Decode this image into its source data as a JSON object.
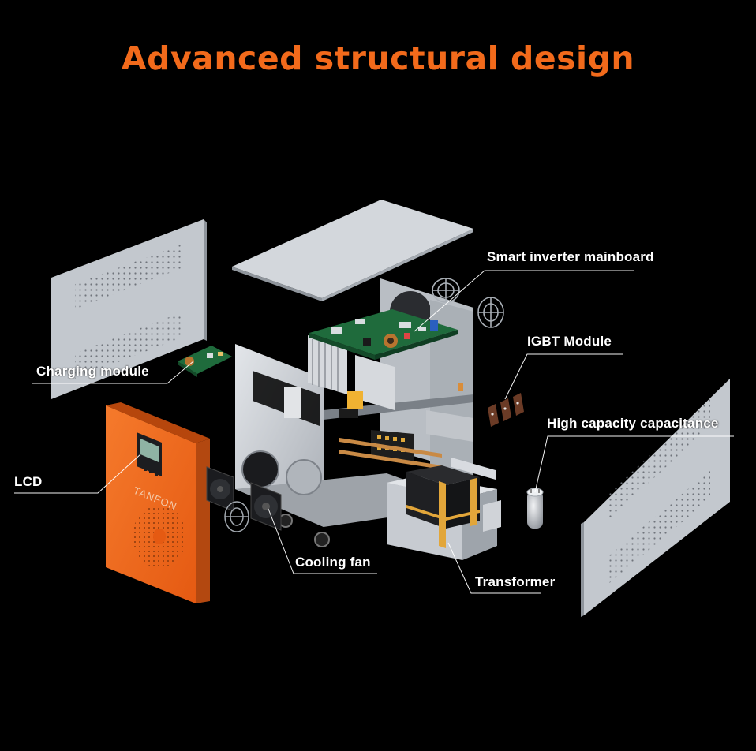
{
  "title": "Advanced structural design",
  "brand": "TANFON",
  "colors": {
    "accent": "#f26a1b",
    "panel": "#c9cdd3",
    "background": "#000000"
  },
  "callouts": {
    "smart_inverter_mainboard": "Smart inverter mainboard",
    "igbt_module": "IGBT Module",
    "charging_module": "Charging module",
    "high_capacity_capacitance": "High capacity capacitance",
    "lcd": "LCD",
    "cooling_fan": "Cooling fan",
    "transformer": "Transformer"
  }
}
